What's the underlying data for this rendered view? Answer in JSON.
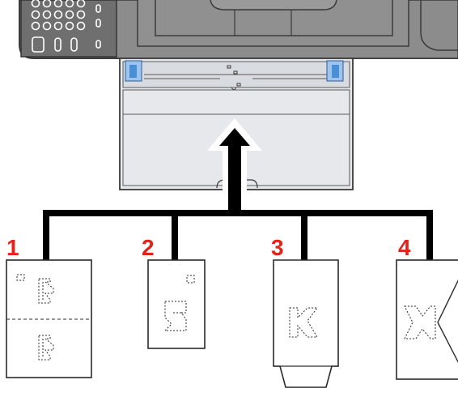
{
  "diagram": {
    "steps": [
      {
        "number": "1",
        "medium": "folded-paper"
      },
      {
        "number": "2",
        "medium": "postcard"
      },
      {
        "number": "3",
        "medium": "envelope-portrait"
      },
      {
        "number": "4",
        "medium": "envelope-landscape"
      }
    ],
    "colors": {
      "machine_body": "#7a7a7a",
      "machine_dark": "#3a3a3a",
      "tray": "#e4e6e9",
      "tray_line": "#5a5a5a",
      "paper_guide": "#4a8fd6",
      "connector": "#000000",
      "step_number": "#e2231a",
      "outline": "#2a2a2a"
    },
    "icons": [
      "feed-arrow-icon",
      "document-icon"
    ]
  }
}
